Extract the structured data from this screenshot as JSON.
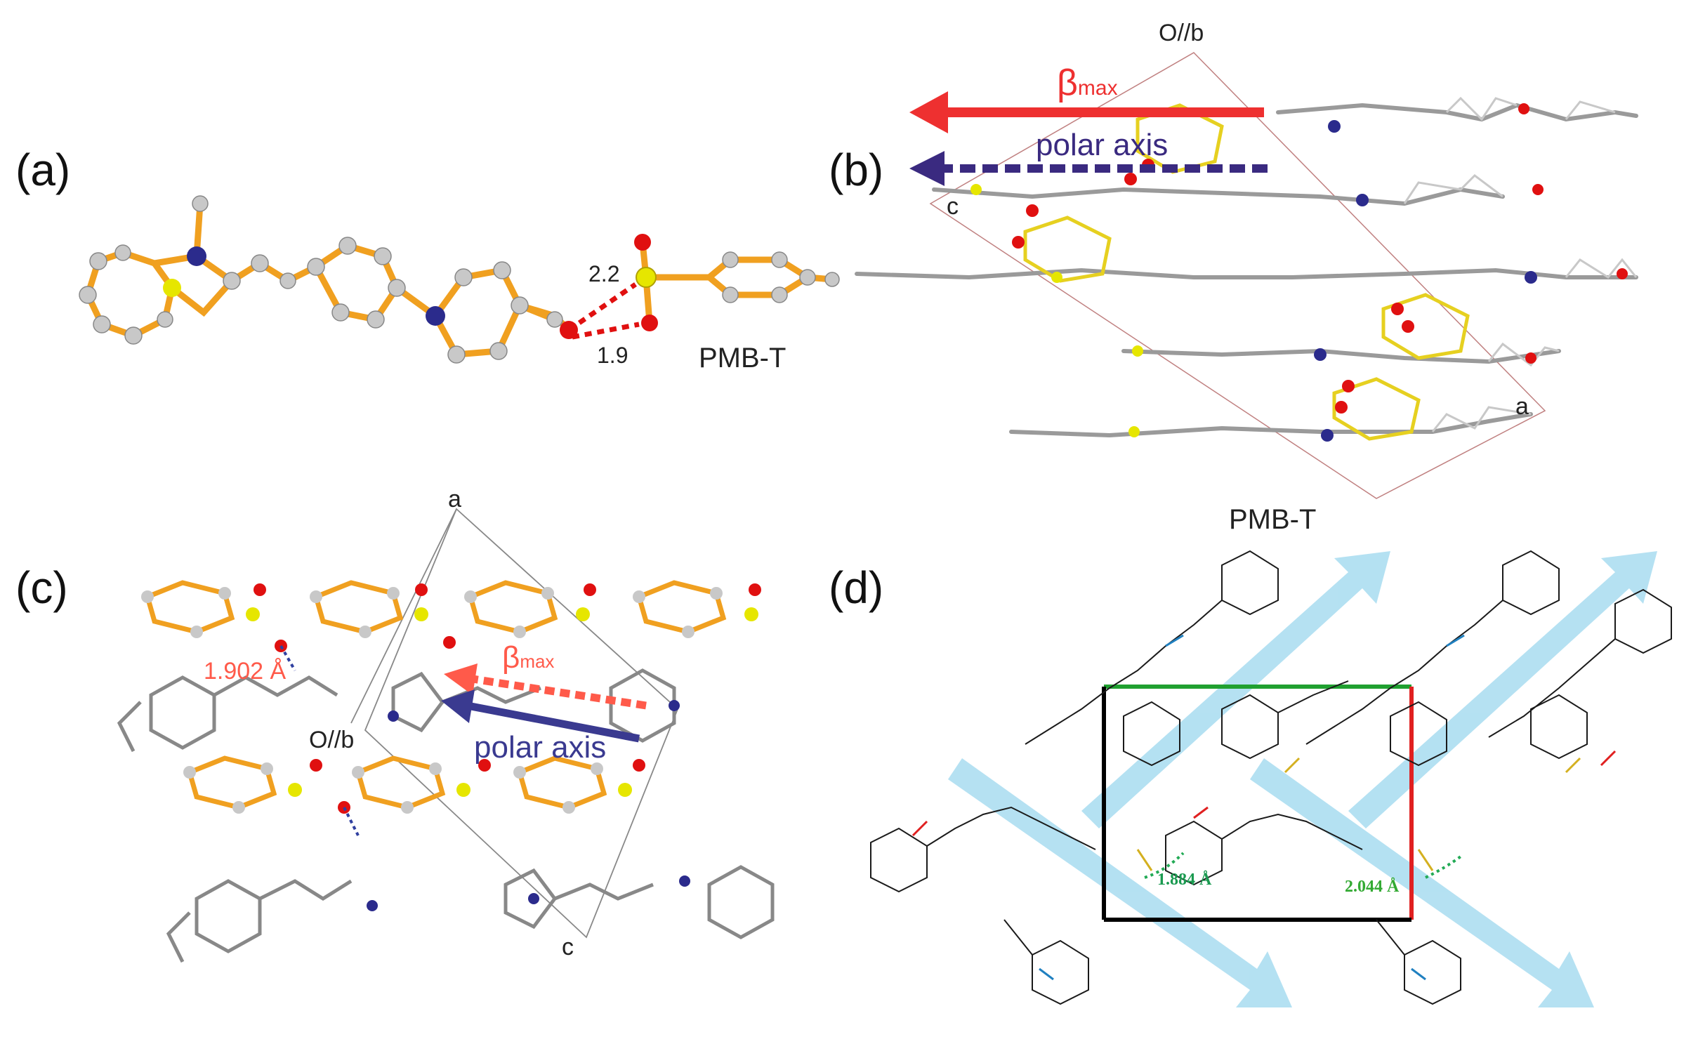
{
  "panels": {
    "a": {
      "label": "(a)",
      "molecule": "PMB-T",
      "distances": [
        "2.2",
        "1.9"
      ]
    },
    "b": {
      "label": "(b)",
      "axis_top": "O//b",
      "axis_c": "c",
      "axis_a": "a",
      "beta": "β",
      "beta_sub": "max",
      "polar_axis": "polar axis",
      "molecule": "PMB-T"
    },
    "c": {
      "label": "(c)",
      "axis_a": "a",
      "axis_ob": "O//b",
      "axis_c": "c",
      "distance": "1.902 Å",
      "beta": "β",
      "beta_sub": "max",
      "polar_axis": "polar axis"
    },
    "d": {
      "label": "(d)",
      "distances": [
        "1.884 Å",
        "2.044 Å"
      ]
    }
  },
  "colors": {
    "carbon_orange": "#f0a020",
    "atom_gray": "#c8c8c8",
    "nitrogen": "#2b2b8c",
    "sulfur": "#e6e600",
    "oxygen": "#e01010",
    "beta_red": "#ee3030",
    "polar_purple": "#3a2a80",
    "arrow_cyan": "#a8dcf0",
    "cell_green": "#20a030",
    "cell_red": "#e02020",
    "hbond_green": "#22aa55"
  }
}
